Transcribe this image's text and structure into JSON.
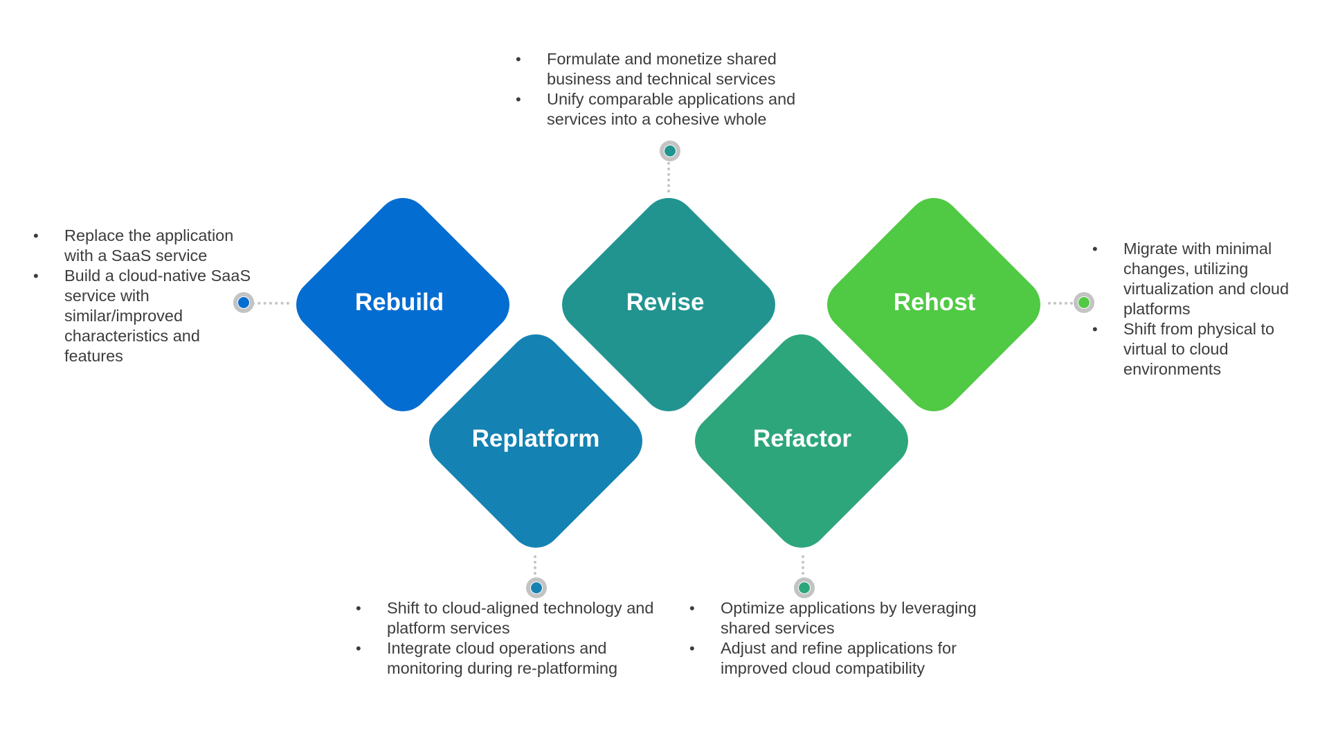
{
  "colors": {
    "rebuild": "#046dd1",
    "replatform": "#1482b2",
    "revise": "#219490",
    "refactor": "#2ea67c",
    "rehost": "#50c944",
    "connector": "#c4c4c4"
  },
  "strategies": {
    "rebuild": {
      "label": "Rebuild",
      "bullets": [
        "Replace the application with a SaaS service",
        "Build a cloud-native SaaS service with similar/improved characteristics and features"
      ]
    },
    "revise": {
      "label": "Revise",
      "bullets": [
        "Formulate and monetize shared business and technical services",
        "Unify comparable applications and services into a cohesive whole"
      ]
    },
    "rehost": {
      "label": "Rehost",
      "bullets": [
        "Migrate with minimal changes, utilizing virtualization and cloud platforms",
        "Shift from physical to virtual to cloud environments"
      ]
    },
    "replatform": {
      "label": "Replatform",
      "bullets": [
        "Shift to cloud-aligned technology and platform services",
        "Integrate cloud operations and monitoring during re-platforming"
      ]
    },
    "refactor": {
      "label": "Refactor",
      "bullets": [
        "Optimize applications by leveraging shared services",
        "Adjust and refine applications for improved cloud compatibility"
      ]
    }
  }
}
